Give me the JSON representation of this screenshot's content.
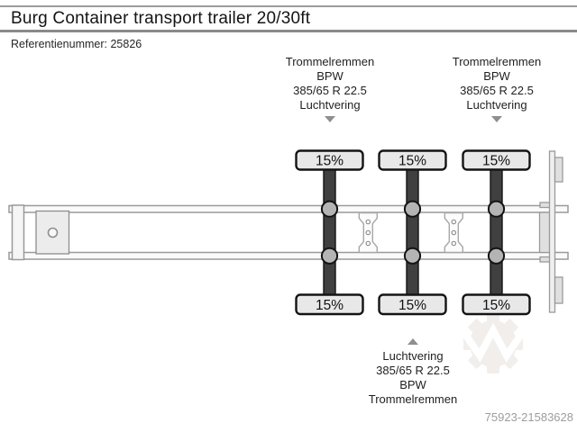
{
  "header": {
    "title": "Burg Container transport trailer 20/30ft",
    "reference": "Referentienummer: 25826"
  },
  "specs": {
    "top_left": {
      "lines": [
        "Trommelremmen",
        "BPW",
        "385/65 R 22.5",
        "Luchtvering"
      ]
    },
    "top_right": {
      "lines": [
        "Trommelremmen",
        "BPW",
        "385/65 R 22.5",
        "Luchtvering"
      ]
    },
    "bottom": {
      "lines": [
        "Luchtvering",
        "385/65 R 22.5",
        "BPW",
        "Trommelremmen"
      ]
    }
  },
  "diagram": {
    "type": "trailer-axle-load-schematic",
    "axles": [
      {
        "position": "front",
        "top_load": "15%",
        "bottom_load": "15%"
      },
      {
        "position": "middle",
        "top_load": "15%",
        "bottom_load": "15%"
      },
      {
        "position": "rear",
        "top_load": "15%",
        "bottom_load": "15%"
      }
    ]
  },
  "footer": {
    "listing_id": "75923-21583628"
  },
  "colors": {
    "axle_dark": "#404040",
    "wheel_box_fill": "#e8e8e8",
    "outline_dark": "#141414",
    "frame_stroke": "#9a9a9a",
    "hub_fill": "#b4b4b4",
    "arrow_gray": "#8f8f8f",
    "muted_text": "#9d9d9d",
    "watermark": "#f1eeeb"
  }
}
